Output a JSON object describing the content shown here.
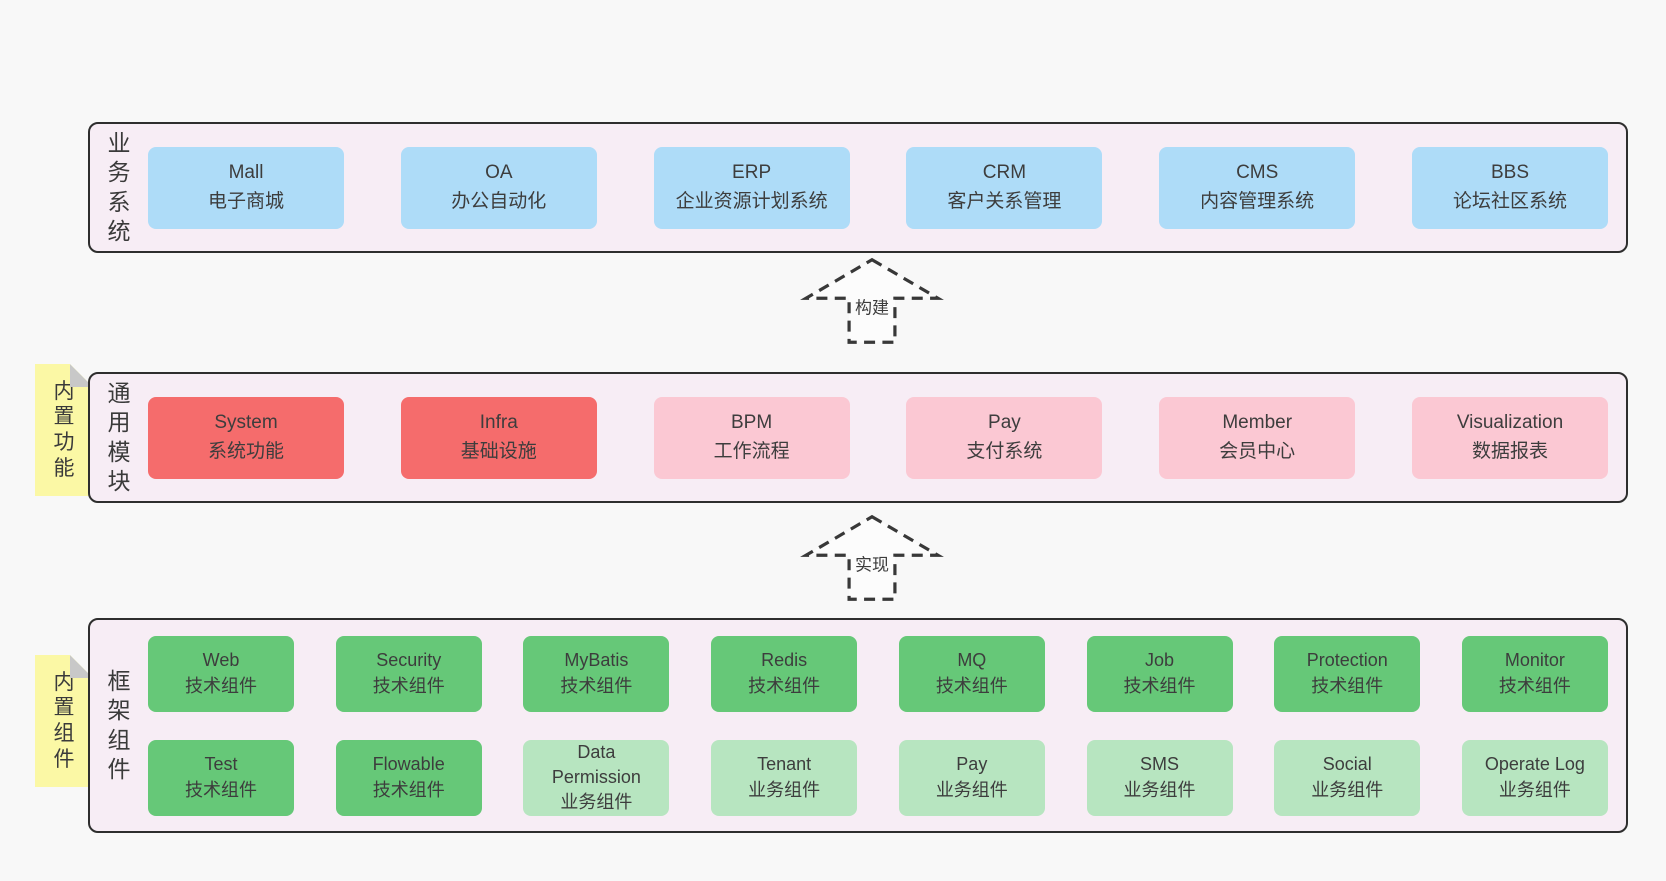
{
  "colors": {
    "page_bg": "#f8f8f8",
    "panel_bg": "#f7edf5",
    "panel_border": "#2e2e2e",
    "blue_box": "#aedcf8",
    "red_box": "#f56c6c",
    "pink_box": "#fbc8d3",
    "green_box": "#66c878",
    "light_green_box": "#b7e5c0",
    "note_yellow": "#fbf8a5",
    "note_fold_gray": "#c8c8c8",
    "text": "#3d3d3d"
  },
  "layers": {
    "business": {
      "side_label": "业务系统",
      "boxes": [
        {
          "name": "Mall",
          "desc": "电子商城"
        },
        {
          "name": "OA",
          "desc": "办公自动化"
        },
        {
          "name": "ERP",
          "desc": "企业资源计划系统"
        },
        {
          "name": "CRM",
          "desc": "客户关系管理"
        },
        {
          "name": "CMS",
          "desc": "内容管理系统"
        },
        {
          "name": "BBS",
          "desc": "论坛社区系统"
        }
      ]
    },
    "modules": {
      "side_label": "通用模块",
      "note": "内置功能",
      "boxes": [
        {
          "name": "System",
          "desc": "系统功能"
        },
        {
          "name": "Infra",
          "desc": "基础设施"
        },
        {
          "name": "BPM",
          "desc": "工作流程"
        },
        {
          "name": "Pay",
          "desc": "支付系统"
        },
        {
          "name": "Member",
          "desc": "会员中心"
        },
        {
          "name": "Visualization",
          "desc": "数据报表"
        }
      ]
    },
    "components": {
      "side_label": "框架组件",
      "note": "内置组件",
      "row1": [
        {
          "name": "Web",
          "desc": "技术组件"
        },
        {
          "name": "Security",
          "desc": "技术组件"
        },
        {
          "name": "MyBatis",
          "desc": "技术组件"
        },
        {
          "name": "Redis",
          "desc": "技术组件"
        },
        {
          "name": "MQ",
          "desc": "技术组件"
        },
        {
          "name": "Job",
          "desc": "技术组件"
        },
        {
          "name": "Protection",
          "desc": "技术组件"
        },
        {
          "name": "Monitor",
          "desc": "技术组件"
        }
      ],
      "row2": [
        {
          "name": "Test",
          "desc": "技术组件"
        },
        {
          "name": "Flowable",
          "desc": "技术组件"
        },
        {
          "name": "Data Permission",
          "desc": "业务组件"
        },
        {
          "name": "Tenant",
          "desc": "业务组件"
        },
        {
          "name": "Pay",
          "desc": "业务组件"
        },
        {
          "name": "SMS",
          "desc": "业务组件"
        },
        {
          "name": "Social",
          "desc": "业务组件"
        },
        {
          "name": "Operate Log",
          "desc": "业务组件"
        }
      ]
    }
  },
  "arrows": {
    "build": {
      "label": "构建"
    },
    "implement": {
      "label": "实现"
    }
  }
}
